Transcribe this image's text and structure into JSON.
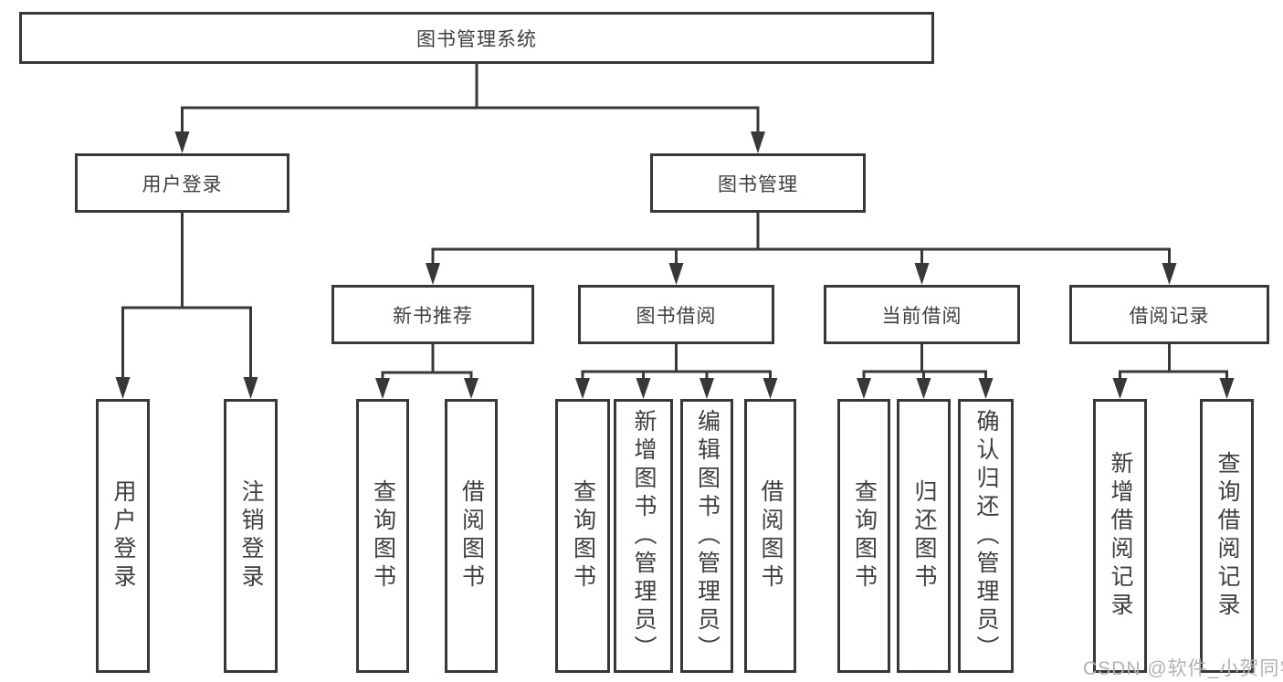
{
  "tree": {
    "label": "图书管理系统",
    "children": [
      {
        "label": "用户登录",
        "children": [
          {
            "label": "用户登录"
          },
          {
            "label": "注销登录"
          }
        ]
      },
      {
        "label": "图书管理",
        "children": [
          {
            "label": "新书推荐",
            "children": [
              {
                "label": "查询图书"
              },
              {
                "label": "借阅图书"
              }
            ]
          },
          {
            "label": "图书借阅",
            "children": [
              {
                "label": "查询图书"
              },
              {
                "label": "新增图书（管理员）"
              },
              {
                "label": "编辑图书（管理员）"
              },
              {
                "label": "借阅图书"
              }
            ]
          },
          {
            "label": "当前借阅",
            "children": [
              {
                "label": "查询图书"
              },
              {
                "label": "归还图书"
              },
              {
                "label": "确认归还（管理员）"
              }
            ]
          },
          {
            "label": "借阅记录",
            "children": [
              {
                "label": "新增借阅记录"
              },
              {
                "label": "查询借阅记录"
              }
            ]
          }
        ]
      }
    ]
  },
  "watermark": {
    "text": "CSDN @软件_小贺同学"
  },
  "colors": {
    "line": "#383838",
    "text": "#3e3e3e",
    "watermark": "#b2b2b2",
    "background": "#ffffff"
  }
}
